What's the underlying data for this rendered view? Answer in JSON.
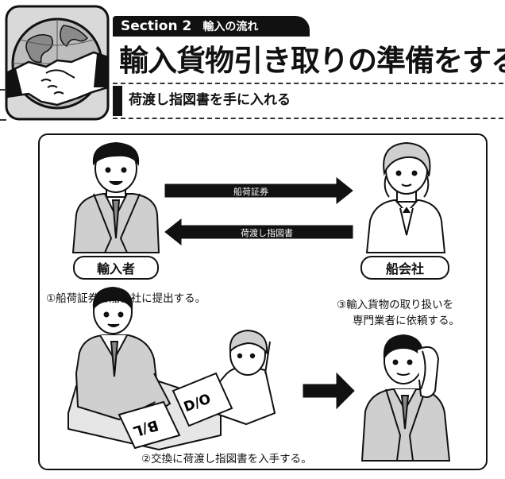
{
  "header": {
    "section_label": "Section 2",
    "section_topic": "輸入の流れ",
    "title": "輸入貨物引き取りの準備をする",
    "subtitle": "荷渡し指図書を手に入れる",
    "emblem_icon": "globe-handshake-icon"
  },
  "diagram": {
    "arrow_right_label": "船荷証券",
    "arrow_left_label": "荷渡し指図書",
    "importer_label": "輸入者",
    "shipping_label": "船会社",
    "step1": "①船荷証券を船会社に提出する。",
    "step2": "②交換に荷渡し指図書を入手する。",
    "step3_line1": "③輸入貨物の取り扱いを",
    "step3_line2": "専門業者に依頼する。",
    "doc_bl": "B/L",
    "doc_do": "D/O"
  },
  "colors": {
    "ink": "#111111",
    "gray_fill": "#cfcfcf",
    "light_gray": "#e6e6e6"
  }
}
